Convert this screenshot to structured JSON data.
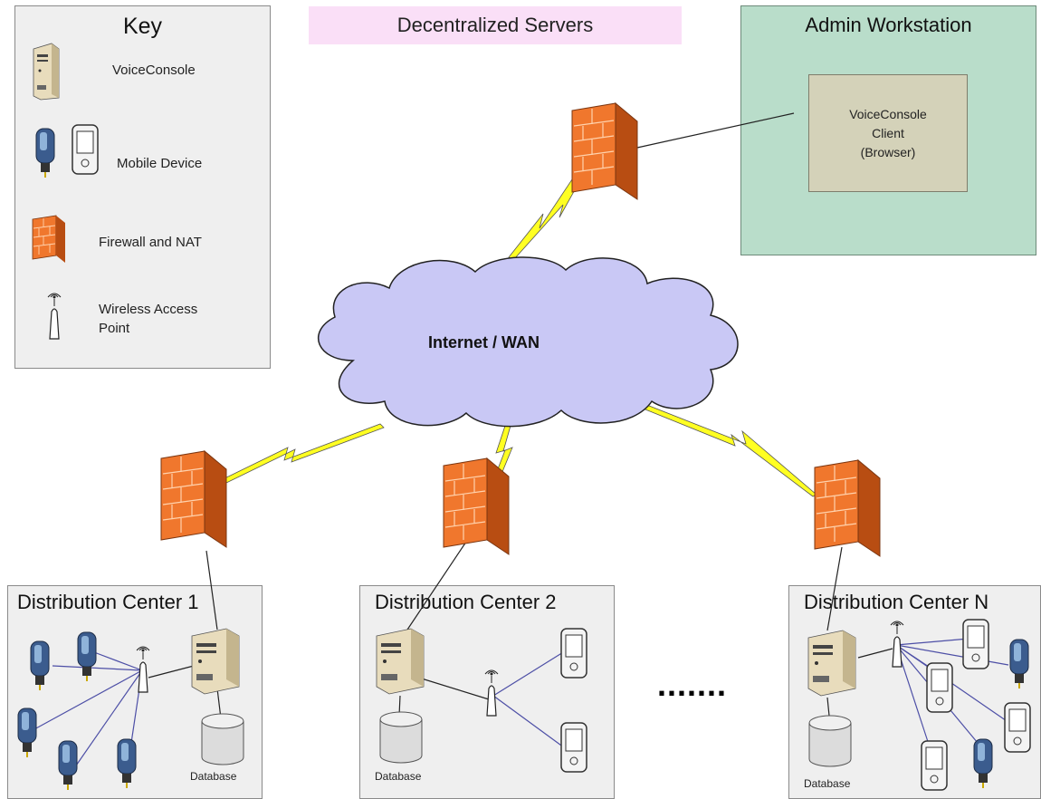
{
  "title": "Decentralized Servers",
  "key": {
    "title": "Key",
    "items": [
      {
        "label_lines": [
          "VoiceConsole"
        ],
        "icon": "server-icon"
      },
      {
        "label_lines": [
          "Mobile Device"
        ],
        "icon": "mobile-device-icon"
      },
      {
        "label_lines": [
          "Firewall and NAT"
        ],
        "icon": "firewall-icon"
      },
      {
        "label_lines": [
          "Wireless Access",
          "Point"
        ],
        "icon": "wireless-access-point-icon"
      }
    ]
  },
  "admin": {
    "title": "Admin Workstation",
    "client_lines": [
      "VoiceConsole",
      "Client",
      "(Browser)"
    ]
  },
  "internet": {
    "label": "Internet / WAN"
  },
  "distribution_centers": [
    {
      "title": "Distribution Center 1",
      "database_label": "Database"
    },
    {
      "title": "Distribution Center 2",
      "database_label": "Database"
    },
    {
      "title": "Distribution Center N",
      "database_label": "Database"
    }
  ],
  "ellipsis": ".......",
  "colors": {
    "key_bg": "#efefef",
    "title_bg": "#fadff7",
    "admin_bg": "#b9ddca",
    "client_bg": "#d4d2b9",
    "cloud_fill": "#c9c8f5",
    "firewall_orange": "#f0772d",
    "lightning_yellow": "#ffff22",
    "wireless_link": "#4d4fa6"
  }
}
